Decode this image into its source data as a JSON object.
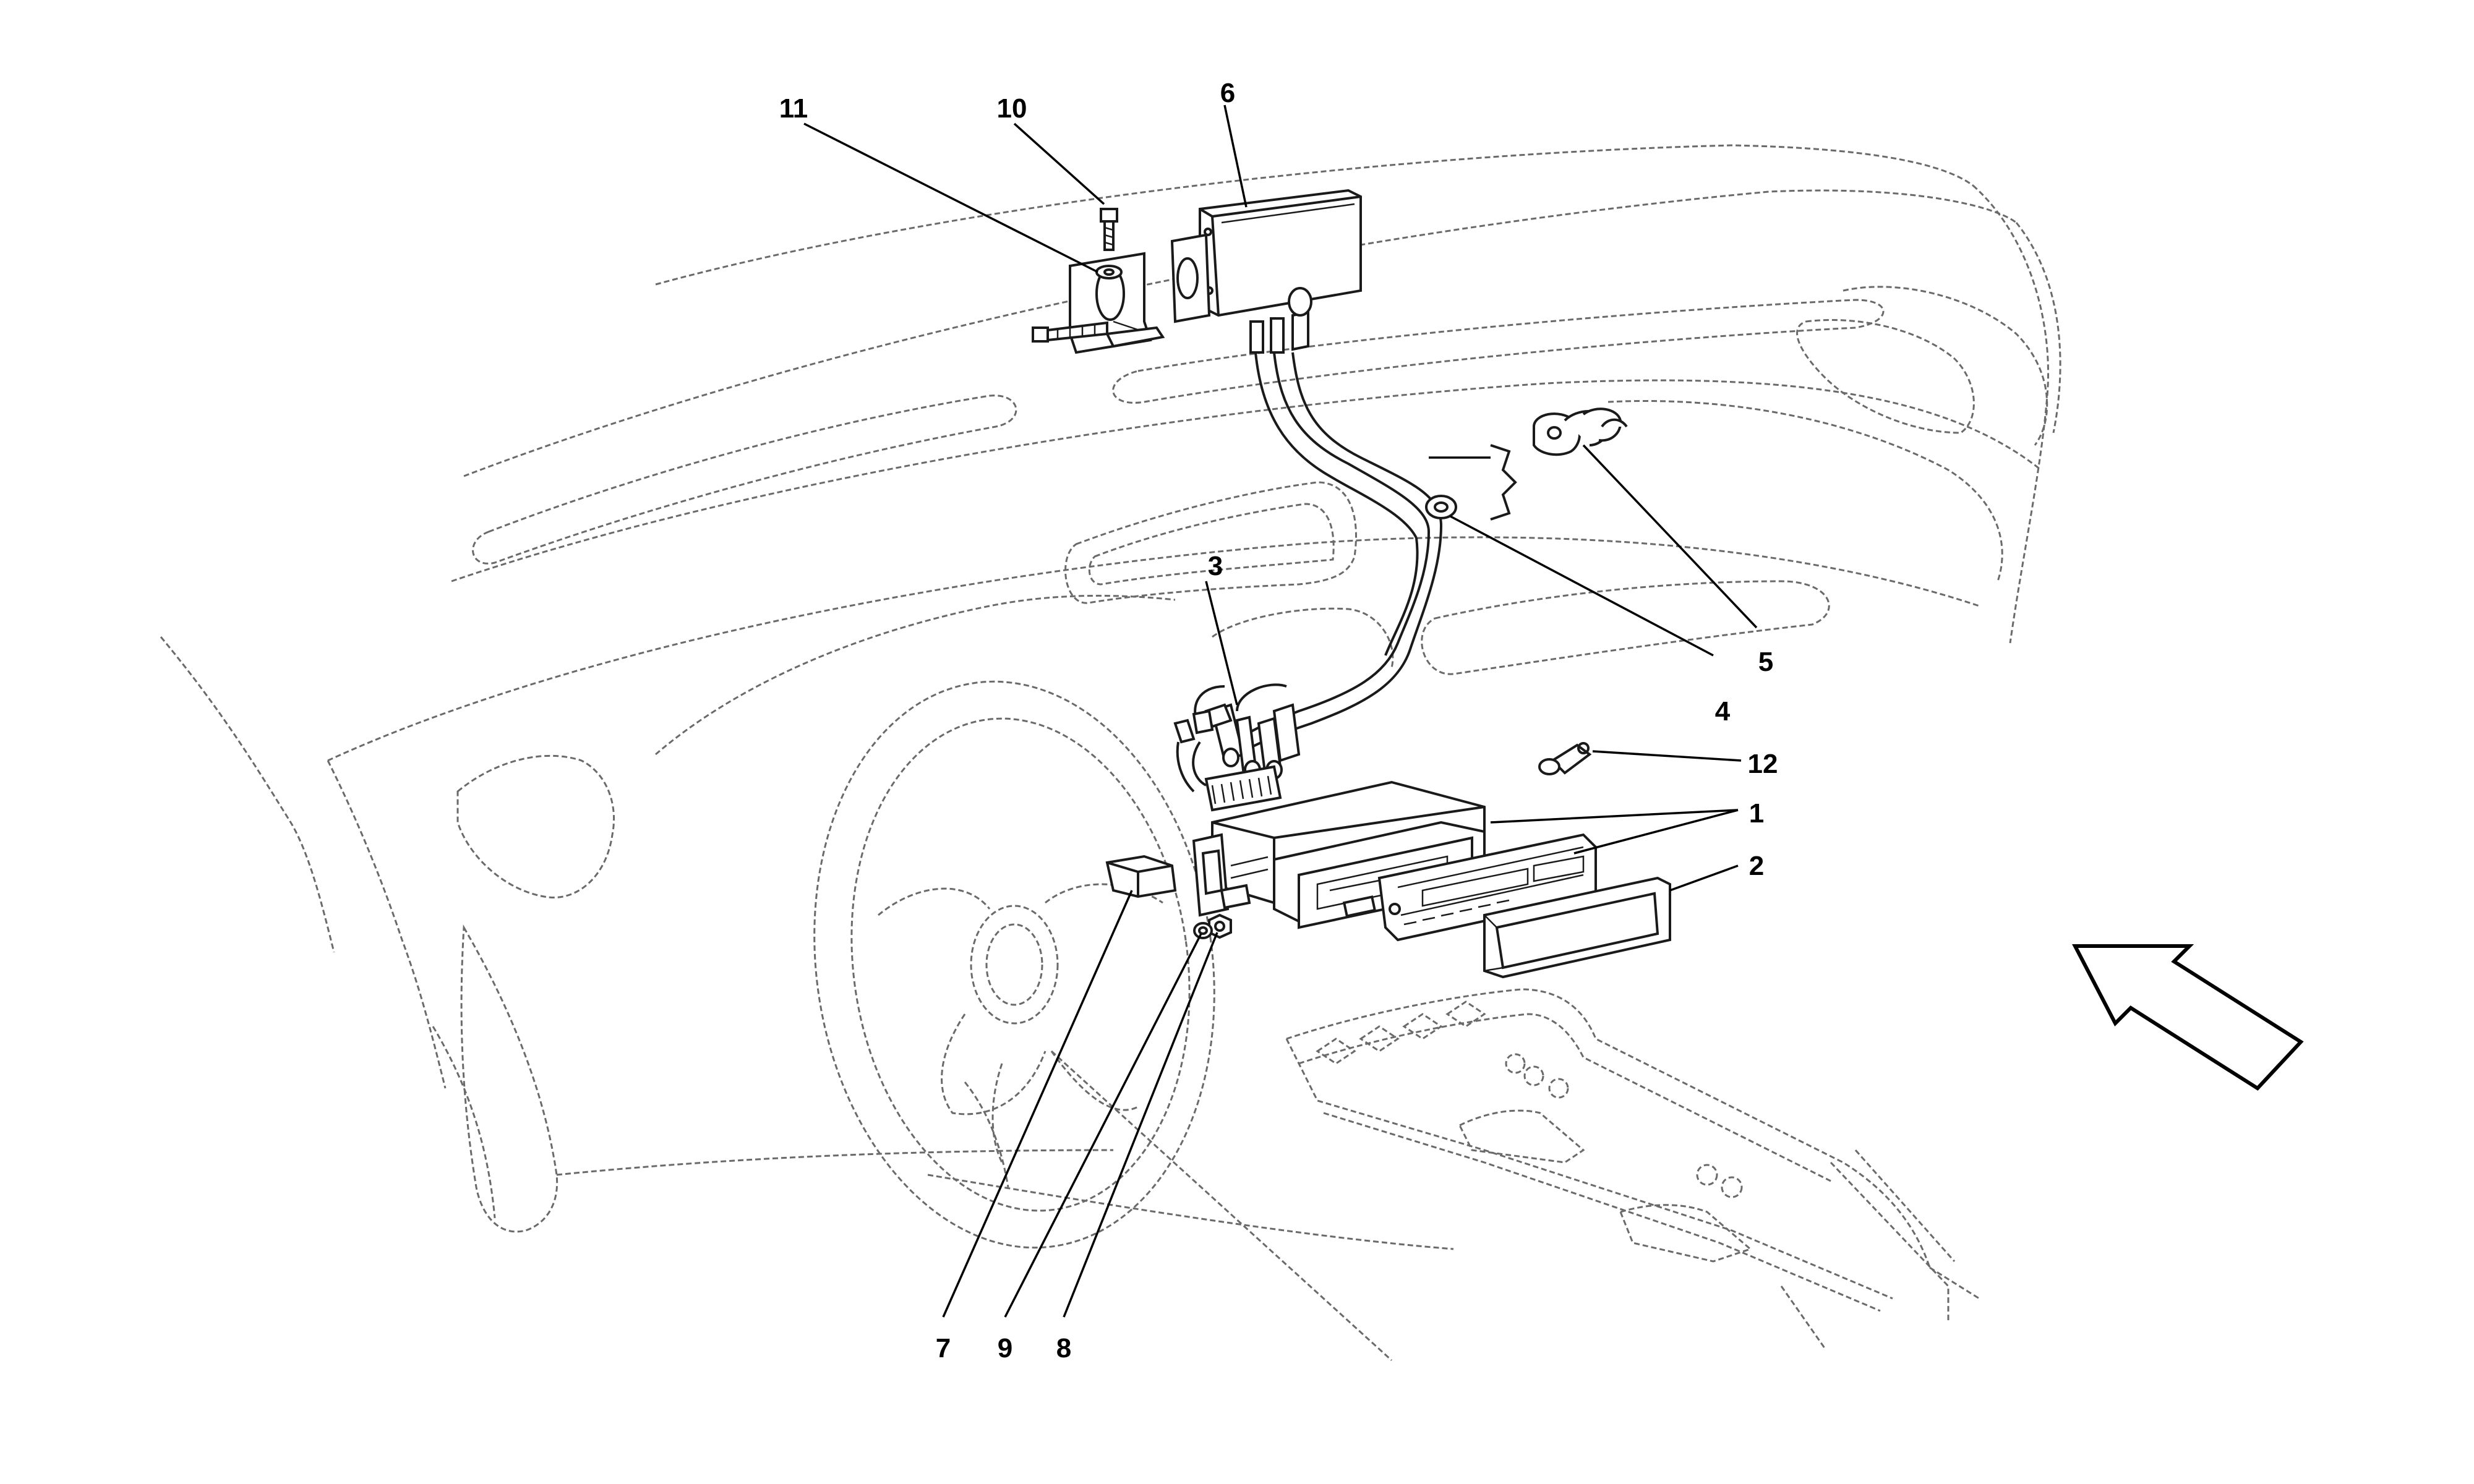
{
  "callouts": [
    {
      "id": "1",
      "label": "1"
    },
    {
      "id": "2",
      "label": "2"
    },
    {
      "id": "3",
      "label": "3"
    },
    {
      "id": "4",
      "label": "4"
    },
    {
      "id": "5",
      "label": "5"
    },
    {
      "id": "6",
      "label": "6"
    },
    {
      "id": "7",
      "label": "7"
    },
    {
      "id": "8",
      "label": "8"
    },
    {
      "id": "9",
      "label": "9"
    },
    {
      "id": "10",
      "label": "10"
    },
    {
      "id": "11",
      "label": "11"
    },
    {
      "id": "12",
      "label": "12"
    }
  ],
  "view_arrow_icon": "direction-arrow",
  "colors": {
    "line": "#1a1a1a",
    "outline": "#6a6a6a",
    "background": "#ffffff"
  }
}
